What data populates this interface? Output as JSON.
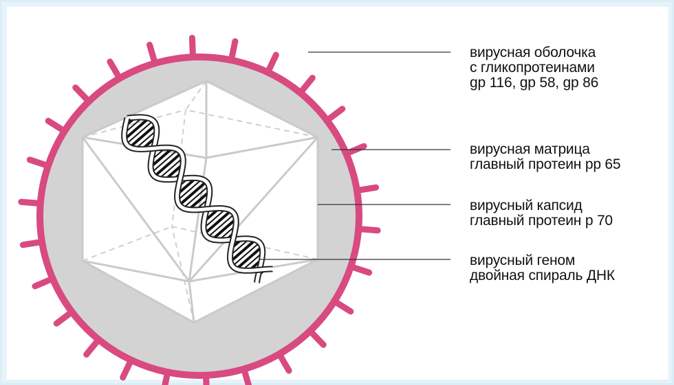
{
  "colors": {
    "envelope": "#d84a80",
    "matrix": "#d3d3d3",
    "capsid": "#ffffff",
    "capsid_edges": "#c9c9c9",
    "leader": "#333333",
    "background": "#e6f4f9"
  },
  "labels": {
    "envelope": {
      "line1": "вирусная оболочка",
      "line2": "с гликопротеинами",
      "line3": "gp 116, gp 58, gp 86"
    },
    "matrix": {
      "line1": "вирусная матрица",
      "line2": "главный протеин pp 65"
    },
    "capsid": {
      "line1": "вирусный капсид",
      "line2": "главный протеин p 70"
    },
    "genome": {
      "line1": "вирусный геном",
      "line2": "двойная спираль ДНК"
    }
  }
}
